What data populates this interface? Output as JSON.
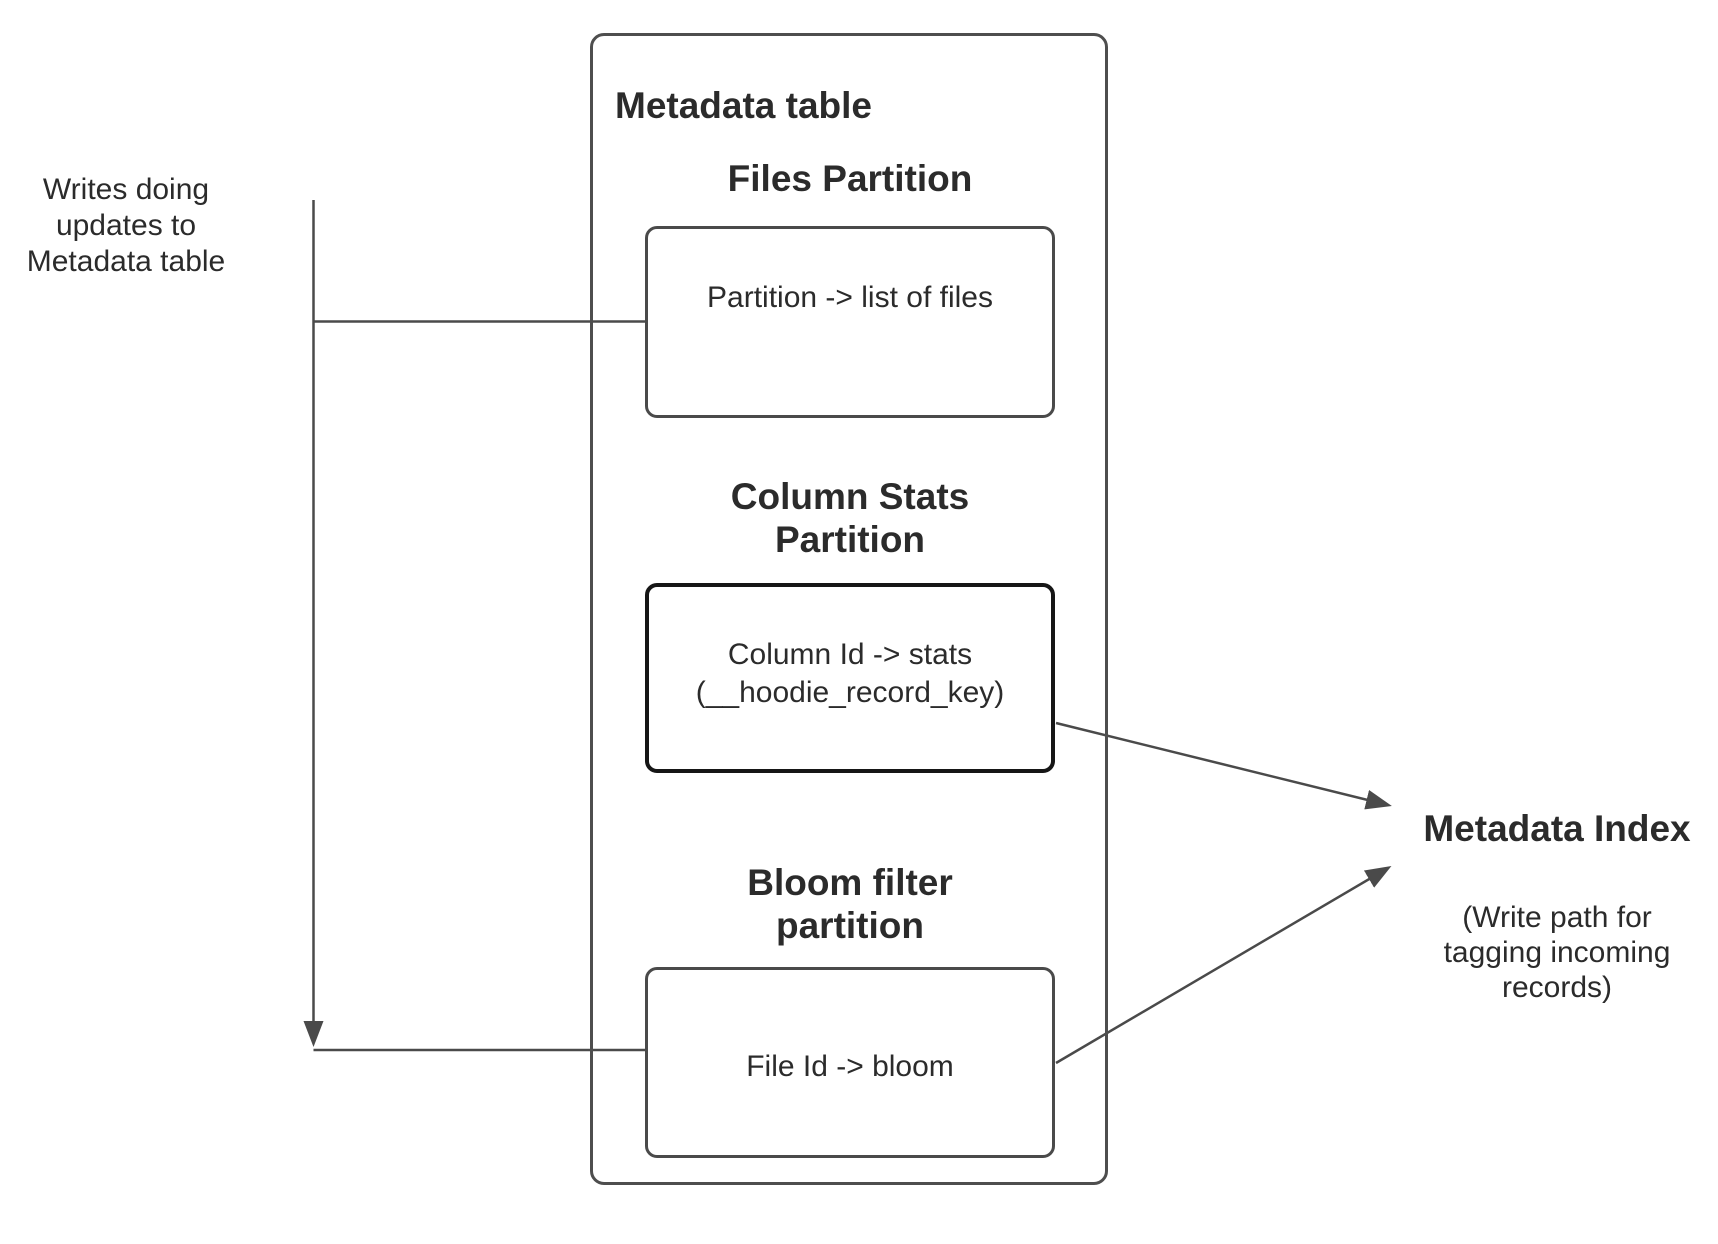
{
  "diagram": {
    "writes_label": "Writes doing\nupdates to\nMetadata table",
    "metadata_table": {
      "title": "Metadata table",
      "partitions": [
        {
          "heading": "Files Partition",
          "body": "Partition -> list of files"
        },
        {
          "heading": "Column Stats\nPartition",
          "body": "Column Id  -> stats\n(__hoodie_record_key)"
        },
        {
          "heading": "Bloom filter\npartition",
          "body": "File Id -> bloom"
        }
      ]
    },
    "metadata_index": {
      "title": "Metadata Index",
      "subtitle": "(Write path for\ntagging incoming\nrecords)"
    },
    "colors": {
      "background": "#ffffff",
      "text": "#2b2b2b",
      "box_border": "#4a4a4a",
      "outer_box_border": "#4e4e4e",
      "stats_box_border": "#161616",
      "connector": "#4a4a4a"
    }
  }
}
